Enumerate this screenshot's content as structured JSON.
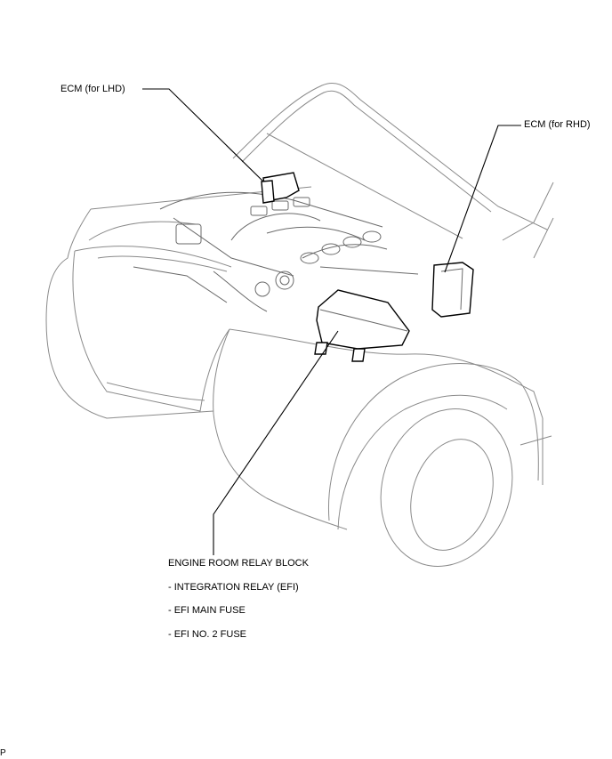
{
  "labels": {
    "ecm_lhd": "ECM (for LHD)",
    "ecm_rhd": "ECM (for RHD)",
    "relay_block_title": "ENGINE ROOM RELAY BLOCK",
    "relay_items": [
      "- INTEGRATION RELAY (EFI)",
      "- EFI MAIN FUSE",
      "- EFI NO. 2 FUSE"
    ],
    "corner_mark": "P"
  }
}
